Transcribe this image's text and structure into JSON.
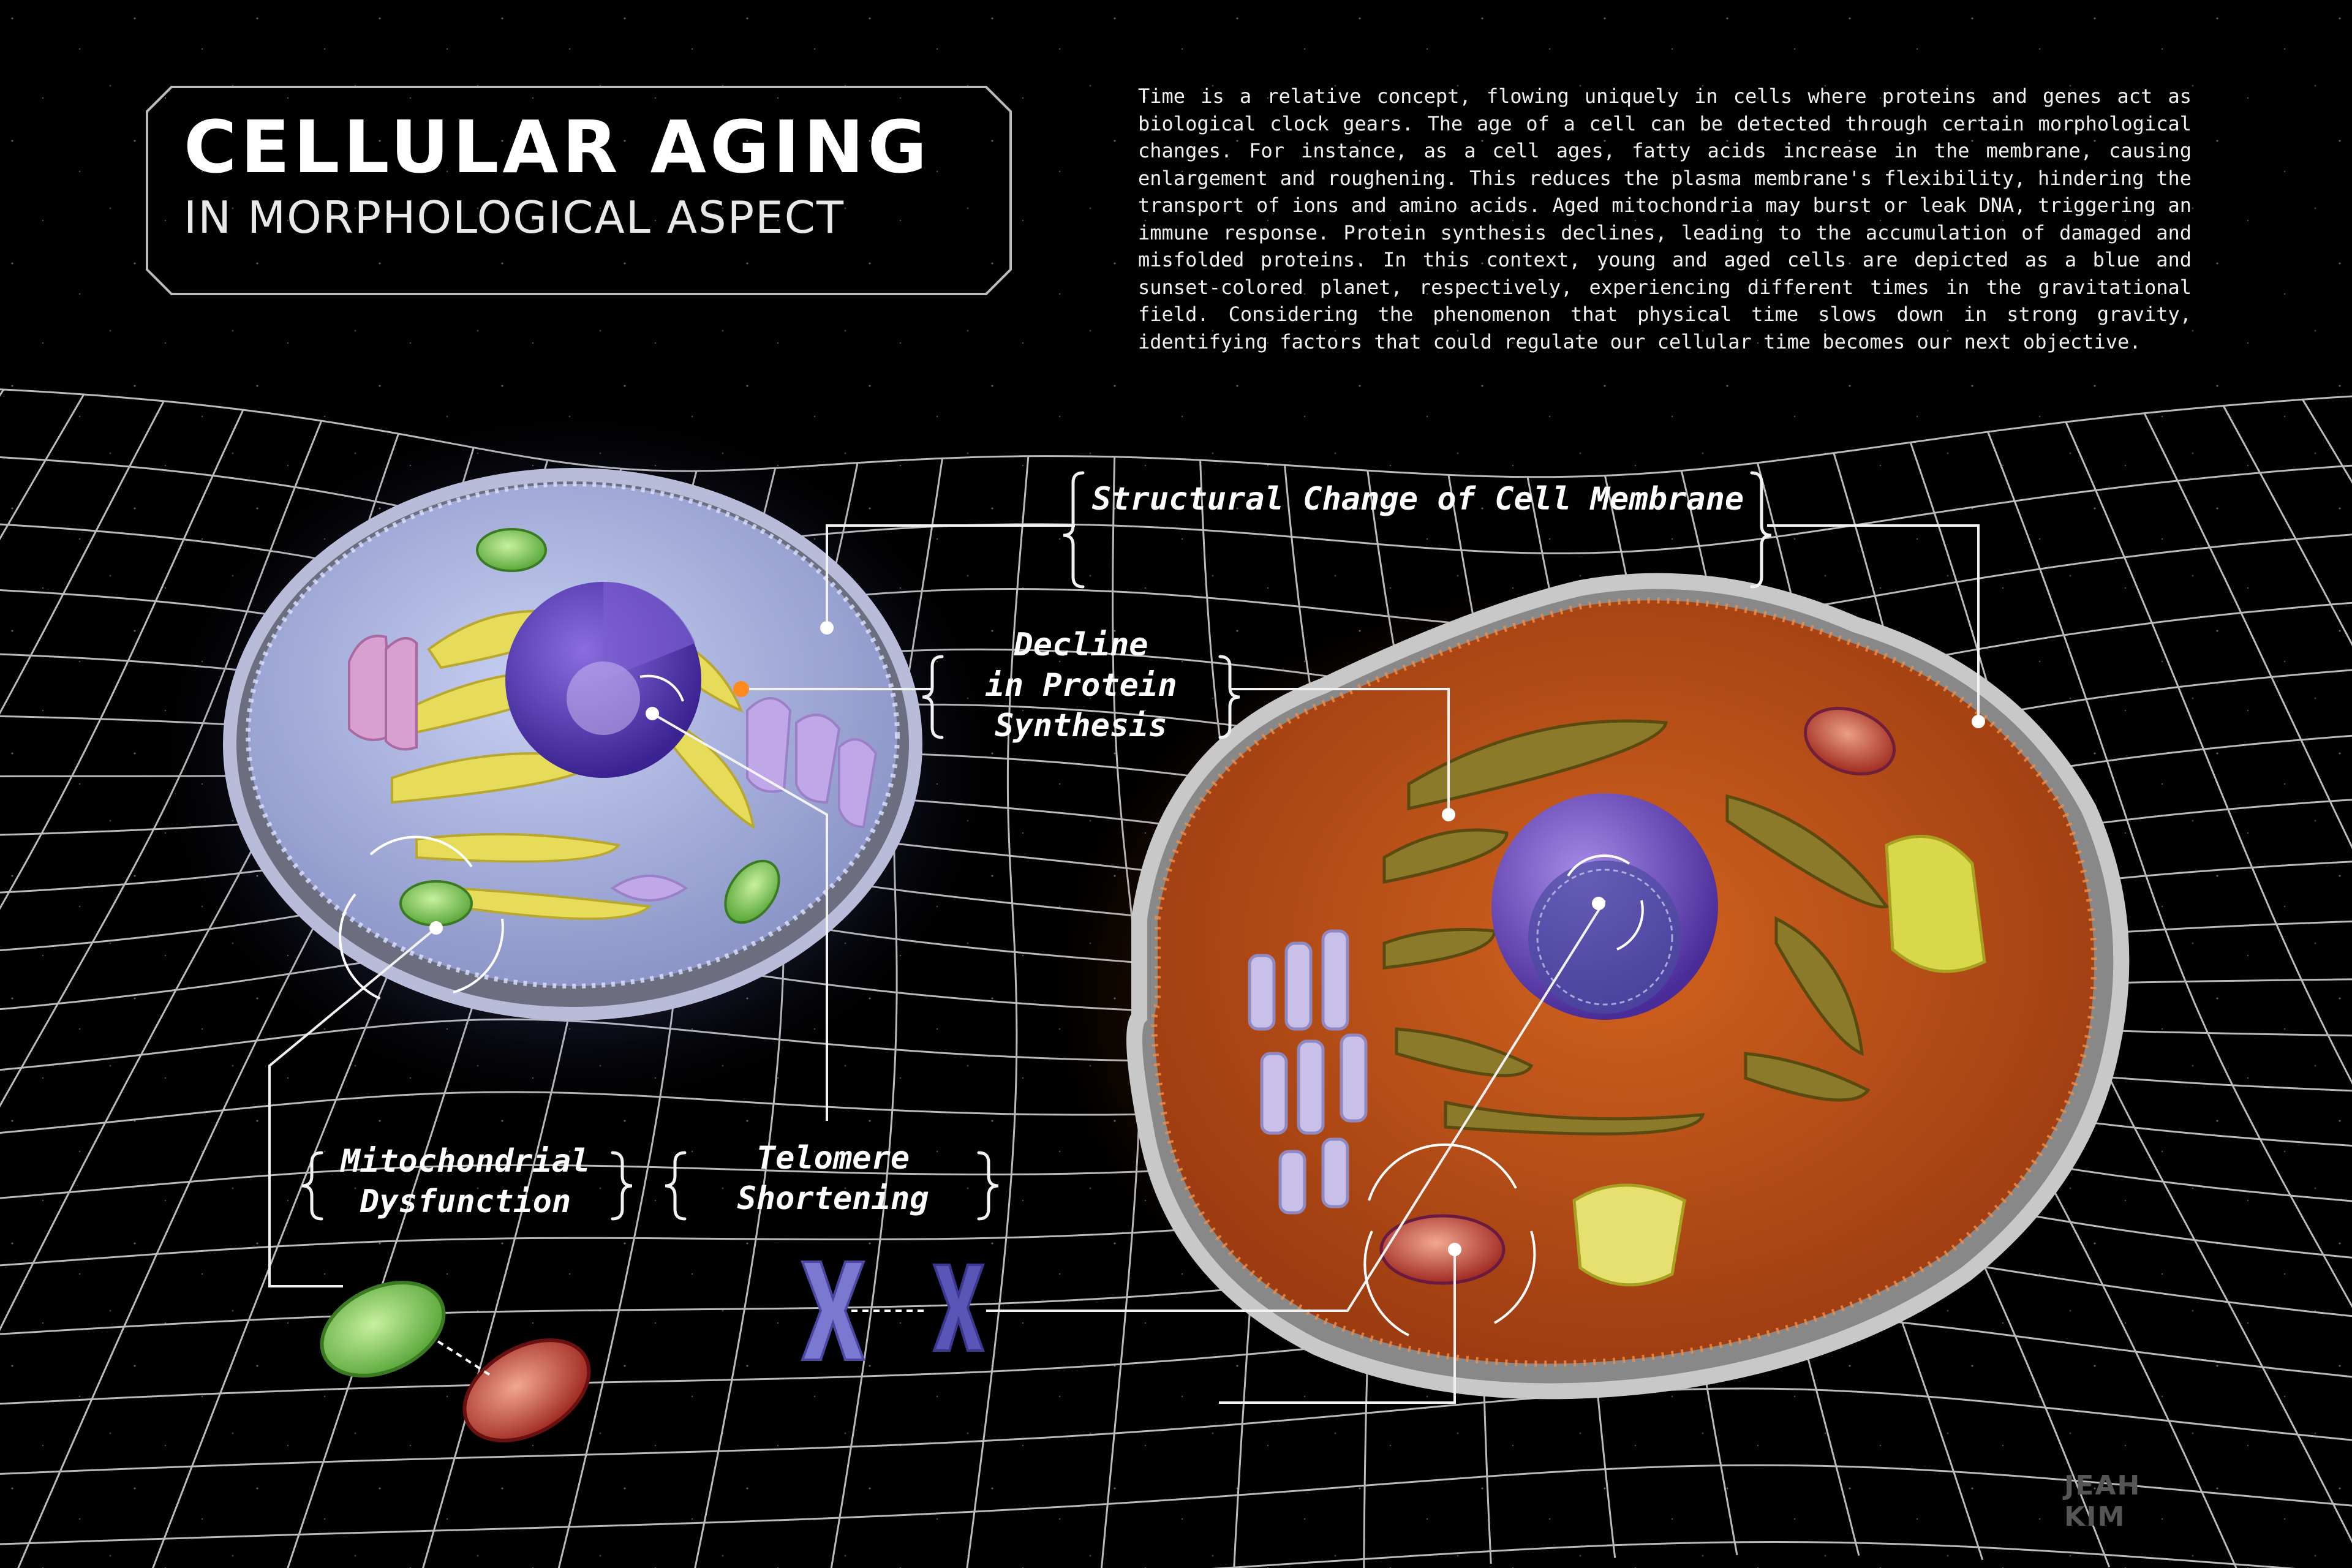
{
  "title": {
    "main": "CELLULAR AGING",
    "sub": "IN MORPHOLOGICAL ASPECT"
  },
  "intro": "Time is a relative concept, flowing uniquely in cells where proteins and genes act as biological clock gears. The age of a cell can be detected through certain morphological changes. For instance, as a cell ages, fatty acids increase in the membrane, causing enlargement and roughening. This reduces the plasma membrane's flexibility, hindering the transport of ions and amino acids. Aged mitochondria may burst or leak DNA, triggering an immune response. Protein synthesis declines, leading to the accumulation of damaged and misfolded proteins. In this context, young and aged cells are depicted as a blue and sunset-colored planet, respectively, experiencing different times in the gravitational field. Considering the phenomenon that physical time slows down in strong gravity, identifying factors that could regulate our cellular time becomes our next objective.",
  "labels": {
    "structural": "Structural Change of Cell Membrane",
    "protein_line1": "Decline",
    "protein_line2": "in Protein",
    "protein_line3": "Synthesis",
    "mito_line1": "Mitochondrial",
    "mito_line2": "Dysfunction",
    "telomere_line1": "Telomere",
    "telomere_line2": "Shortening"
  },
  "signature": "JEAH KIM",
  "colors": {
    "background": "#000000",
    "grid": "#e8e8e8",
    "young_cell": "#9aa8e0",
    "aged_cell": "#c8541c",
    "nucleus": "#5a3cb0",
    "golgi_yellow": "#e8d84a",
    "mito_green": "#7cc85a",
    "mito_red": "#b8322a",
    "chromosome": "#6a66c8"
  }
}
